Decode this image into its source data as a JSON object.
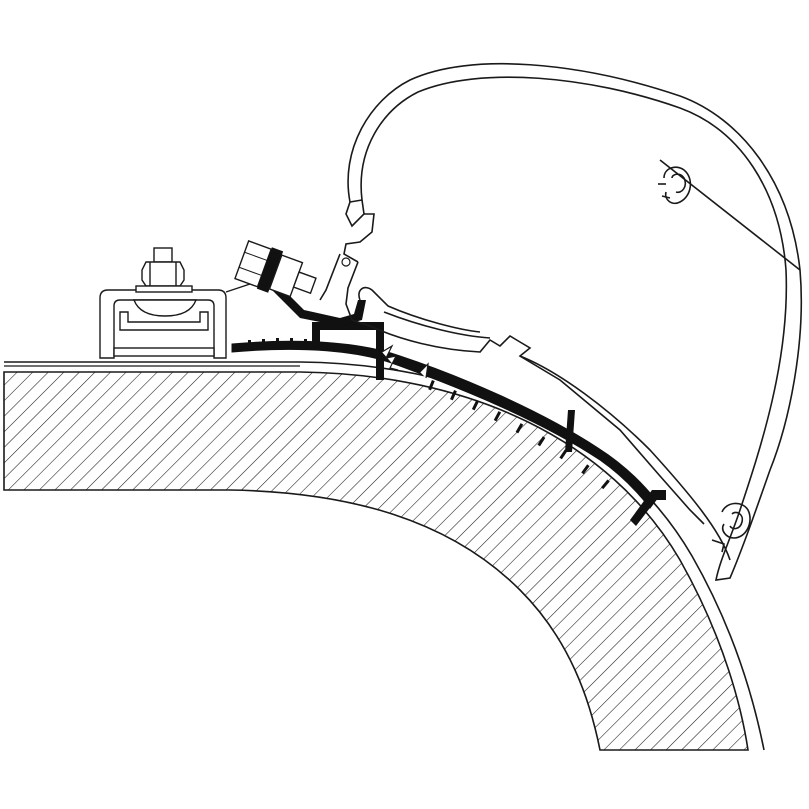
{
  "diagram": {
    "stroke_color": "#1a1a1a",
    "fill_color": "#ffffff",
    "profile_color": "#111111",
    "parts": [
      {
        "name": "roof-wall-hatched-section"
      },
      {
        "name": "roof-skin-curve"
      },
      {
        "name": "rubber-adapter-profile"
      },
      {
        "name": "mounting-bracket"
      },
      {
        "name": "hex-nut-bolt"
      },
      {
        "name": "angled-clamp-bolt"
      },
      {
        "name": "awning-cassette-housing"
      },
      {
        "name": "upper-c-channel"
      },
      {
        "name": "lower-c-channel"
      }
    ]
  }
}
